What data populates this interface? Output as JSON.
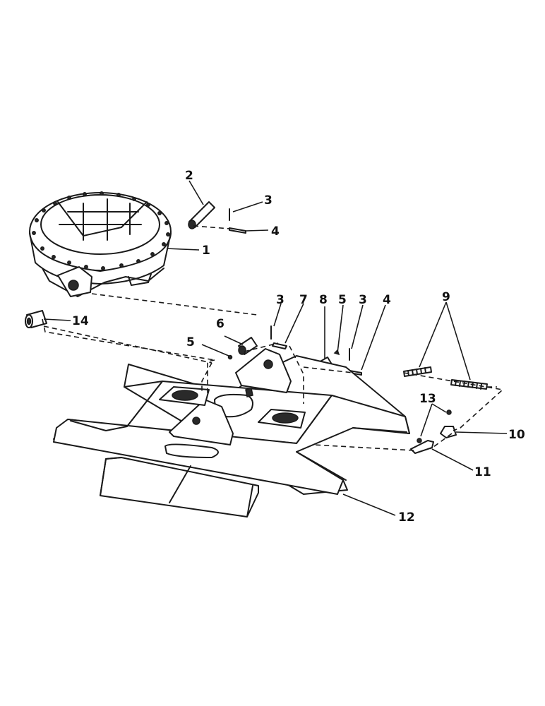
{
  "callouts": [
    {
      "id": "c1",
      "text": "1"
    },
    {
      "id": "c2",
      "text": "2"
    },
    {
      "id": "c3a",
      "text": "3"
    },
    {
      "id": "c4a",
      "text": "4"
    },
    {
      "id": "c14",
      "text": "14"
    },
    {
      "id": "c3b",
      "text": "3"
    },
    {
      "id": "c7",
      "text": "7"
    },
    {
      "id": "c8",
      "text": "8"
    },
    {
      "id": "c5a",
      "text": "5"
    },
    {
      "id": "c3c",
      "text": "3"
    },
    {
      "id": "c4b",
      "text": "4"
    },
    {
      "id": "c9",
      "text": "9"
    },
    {
      "id": "c6",
      "text": "6"
    },
    {
      "id": "c5b",
      "text": "5"
    },
    {
      "id": "c13",
      "text": "13"
    },
    {
      "id": "c10",
      "text": "10"
    },
    {
      "id": "c11",
      "text": "11"
    },
    {
      "id": "c12",
      "text": "12"
    }
  ]
}
